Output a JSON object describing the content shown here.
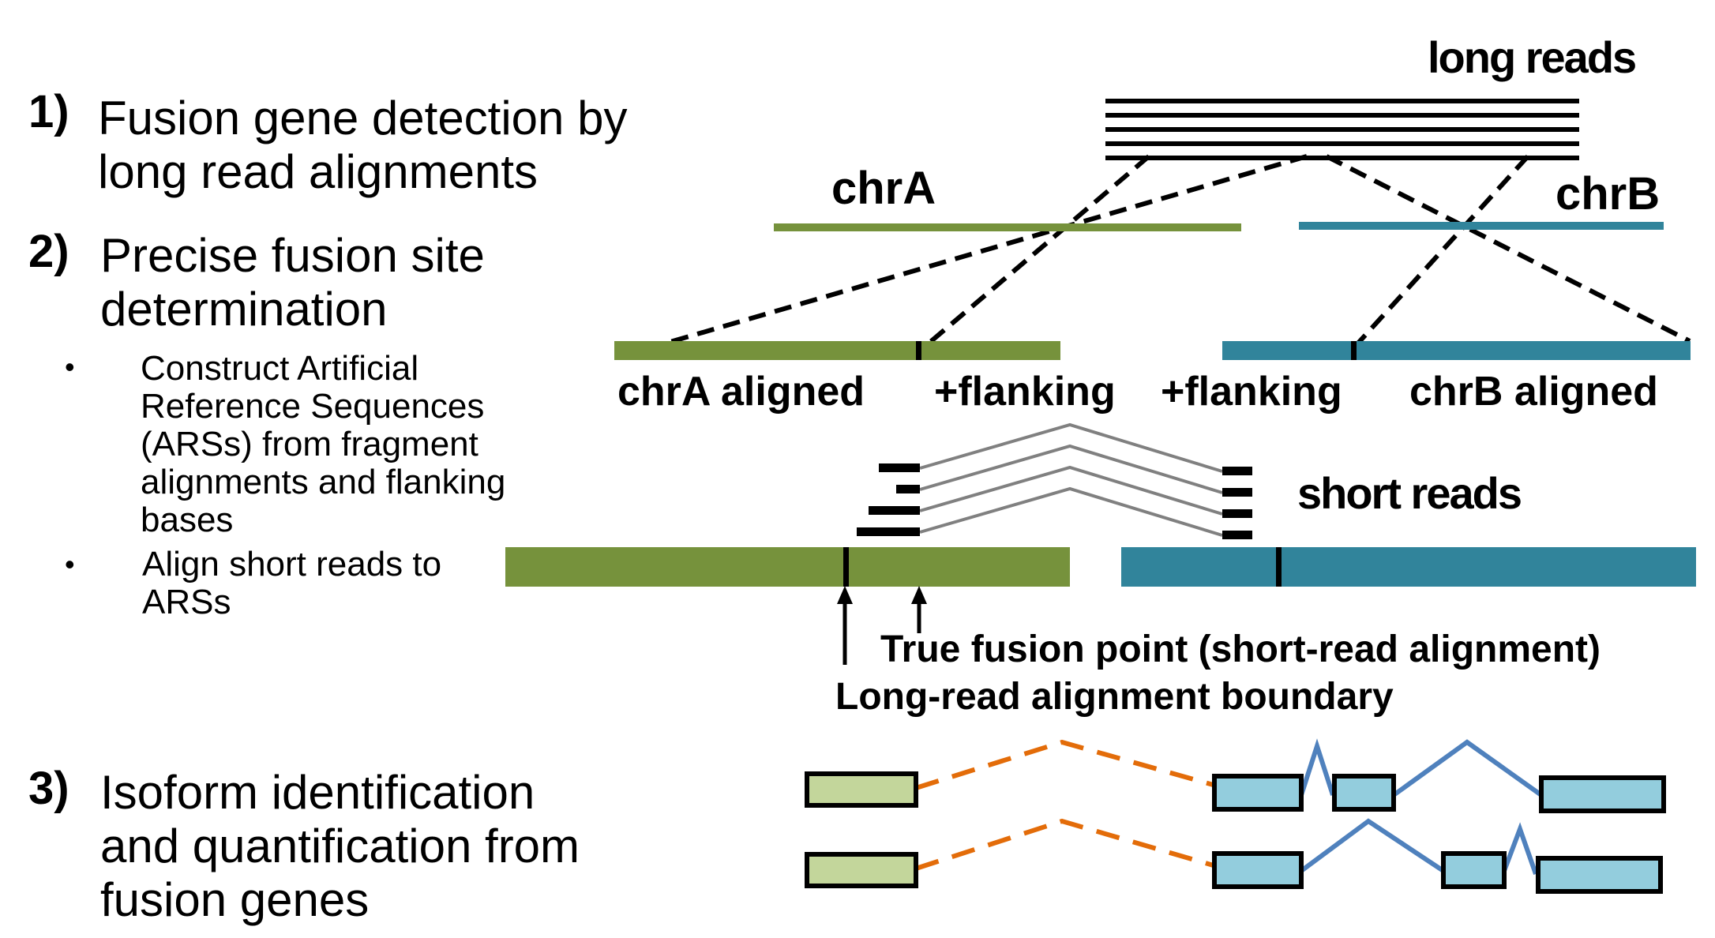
{
  "steps": [
    {
      "number": "1)",
      "text_lines": [
        "Fusion gene detection by",
        "long read alignments"
      ]
    },
    {
      "number": "2)",
      "text_lines": [
        "Precise fusion site",
        "determination"
      ]
    },
    {
      "number": "3)",
      "text_lines": [
        "Isoform identification",
        "and quantification from",
        "fusion genes"
      ]
    }
  ],
  "bullets": [
    {
      "symbol": "•",
      "text_lines": [
        "Construct Artificial",
        "Reference Sequences",
        "(ARSs) from fragment",
        "alignments and flanking",
        "bases"
      ]
    },
    {
      "symbol": "•",
      "text_lines": [
        "Align short  reads to",
        "ARSs"
      ]
    }
  ],
  "labels": {
    "long_reads": "long reads",
    "chrA": "chrA",
    "chrB": "chrB",
    "chrA_aligned": "chrA aligned",
    "flanking_left": "+flanking",
    "flanking_right": "+flanking",
    "chrB_aligned": "chrB aligned",
    "short_reads": "short reads",
    "true_fusion_point": "True fusion point (short-read alignment)",
    "long_read_boundary": "Long-read alignment boundary"
  },
  "colors": {
    "chrA_green": "#76923c",
    "chrB_teal": "#31849b",
    "exon_green": "#c3d69b",
    "exon_blue": "#93cddd",
    "orange_junction": "#e36c09",
    "blue_junction": "#4f81bd",
    "short_read_link": "#808080"
  }
}
